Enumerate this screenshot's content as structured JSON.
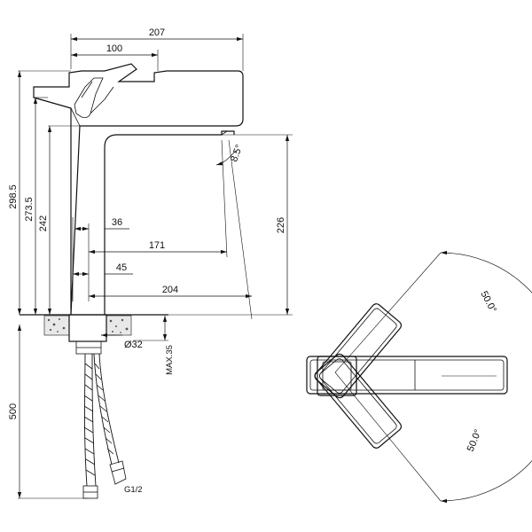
{
  "colors": {
    "line": "#111111",
    "background": "#ffffff"
  },
  "side_view": {
    "dims": {
      "overall_length": "207",
      "handle_length": "100",
      "total_height": "298.5",
      "handle_height": "273.5",
      "spout_height": "242",
      "outlet_to_body": "36",
      "outlet_reach": "171",
      "base_offset": "45",
      "total_reach": "204",
      "outlet_height": "226",
      "hose_length": "500",
      "hole_diameter": "Ø32",
      "deck_thickness": "MAX.35",
      "thread": "G1/2",
      "spray_angle": "8.5°"
    }
  },
  "top_view": {
    "dims": {
      "rotation_up": "50.0°",
      "rotation_down": "50.0°"
    }
  }
}
